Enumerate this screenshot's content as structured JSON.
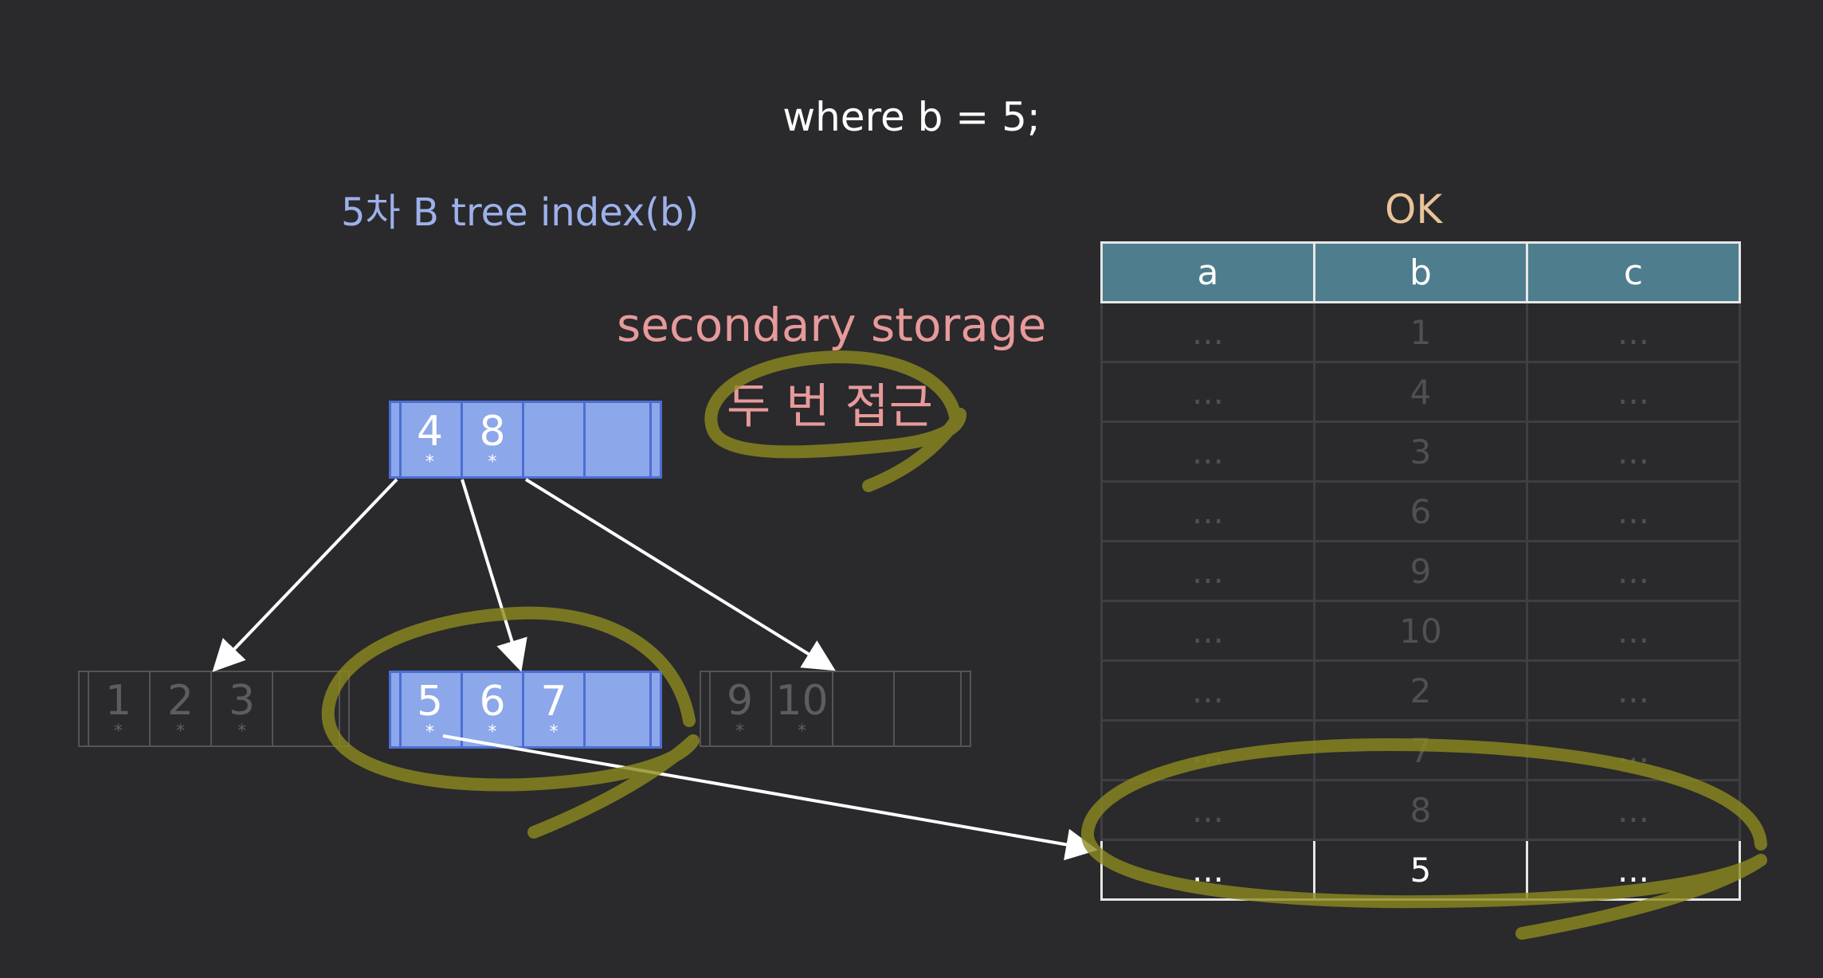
{
  "query": "where b = 5;",
  "index_title": "5차 B tree index(b)",
  "annotation_storage": "secondary storage",
  "annotation_access": "두 번 접근",
  "table_title": "OK",
  "root_node": {
    "keys": [
      "4",
      "8",
      "",
      ""
    ],
    "ptr": "*"
  },
  "leaf_nodes": [
    {
      "keys": [
        "1",
        "2",
        "3",
        ""
      ],
      "state": "faded"
    },
    {
      "keys": [
        "5",
        "6",
        "7",
        ""
      ],
      "state": "active"
    },
    {
      "keys": [
        "9",
        "10",
        "",
        ""
      ],
      "state": "faded"
    }
  ],
  "table": {
    "headers": [
      "a",
      "b",
      "c"
    ],
    "rows": [
      [
        "...",
        "1",
        "..."
      ],
      [
        "...",
        "4",
        "..."
      ],
      [
        "...",
        "3",
        "..."
      ],
      [
        "...",
        "6",
        "..."
      ],
      [
        "...",
        "9",
        "..."
      ],
      [
        "...",
        "10",
        "..."
      ],
      [
        "...",
        "2",
        "..."
      ],
      [
        "...",
        "7",
        "..."
      ],
      [
        "...",
        "8",
        "..."
      ],
      [
        "...",
        "5",
        "..."
      ]
    ],
    "highlighted_row": 9
  },
  "colors": {
    "background": "#2a292c",
    "node_fill": "#8ca7ea",
    "node_border": "#4b6ed2",
    "header_fill": "#4e7d8d",
    "highlight_stroke": "#8c8a1f",
    "annotation_text": "#e79a9a",
    "ok_text": "#e8c399",
    "index_title_text": "#9db1ea"
  }
}
